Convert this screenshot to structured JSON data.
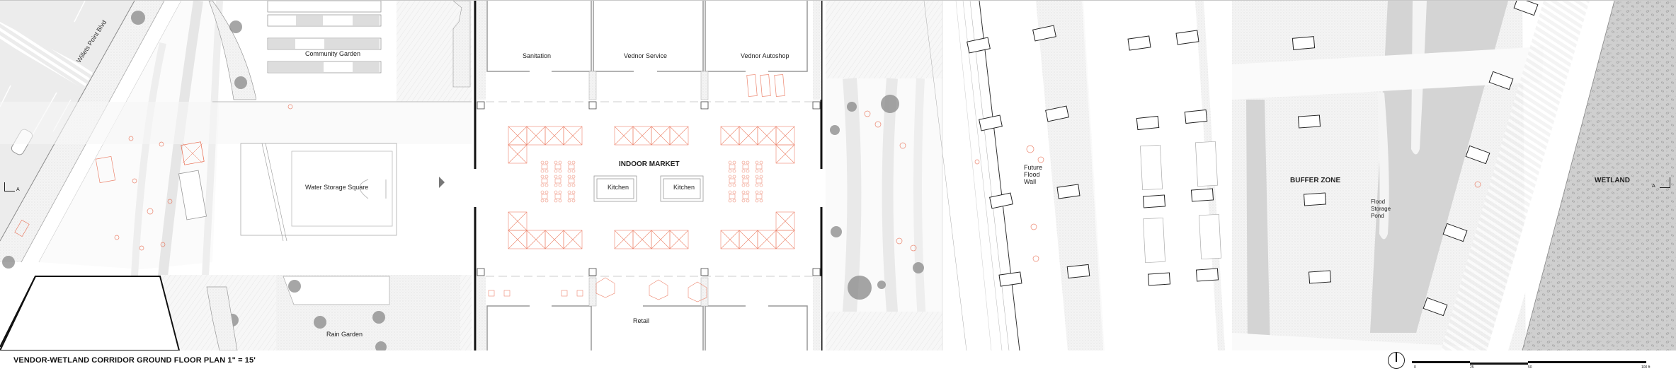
{
  "drawing": {
    "title": "VENDOR-WETLAND CORRIDOR GROUND FLOOR PLAN 1\" = 15'",
    "accent_color": "#e8674a",
    "line_color": "#9a9a9a"
  },
  "labels": {
    "street": "Willets Point Blvd",
    "community_garden": "Community Garden",
    "water_storage_square": "Water Storage Square",
    "rain_garden": "Rain Garden",
    "sanitation": "Sanitation",
    "vendor_service": "Vednor Service",
    "vendor_autoshop": "Vednor Autoshop",
    "indoor_market": "INDOOR MARKET",
    "kitchen_1": "Kitchen",
    "kitchen_2": "Kitchen",
    "retail": "Retail",
    "future_flood_wall": "Future\nFlood\nWall",
    "buffer_zone": "BUFFER ZONE",
    "flood_storage_pond": "Flood\nStorage\nPond",
    "wetland": "WETLAND"
  },
  "section_markers": {
    "left": "A",
    "right": "A"
  },
  "scale_bar": {
    "ticks": [
      "0",
      "25",
      "50",
      "100 ft"
    ]
  },
  "icons": {
    "north_arrow": "north-arrow-icon",
    "section_arrow_left": "triangle-right-icon",
    "section_arrow_right": "triangle-left-icon"
  }
}
